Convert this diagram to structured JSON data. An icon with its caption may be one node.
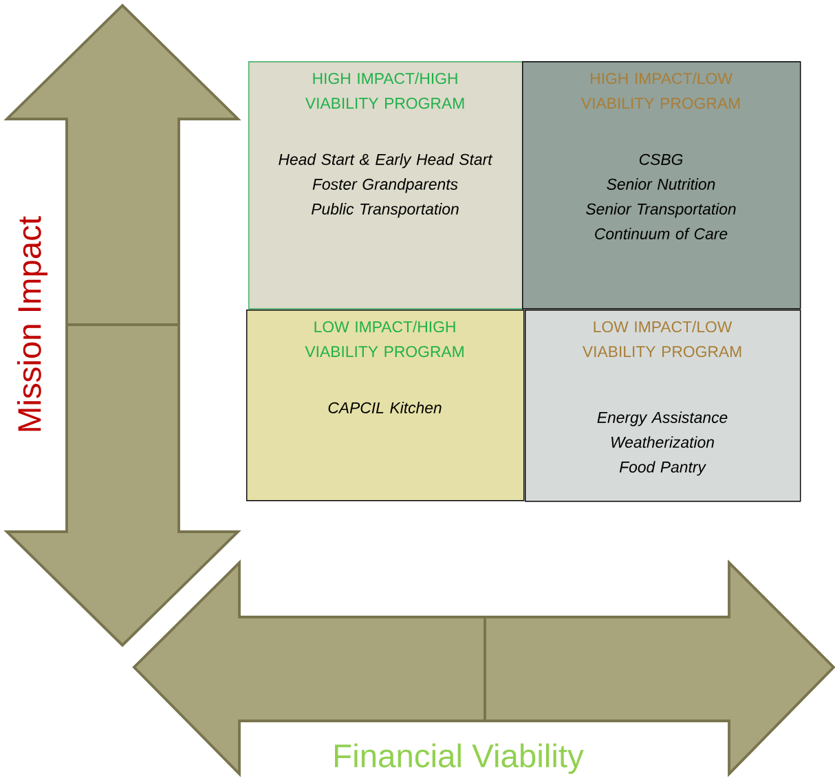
{
  "diagram": {
    "nodes": [
      {
        "text": [
          "HIGH IMPACT/HIGH VIABILITY PROGRAM",
          "Head Start & Early Head Start",
          "Foster Grandparents",
          "Public Transportation"
        ]
      },
      {
        "text": [
          "HIGH IMPACT/LOW VIABILITY PROGRAM",
          "CSBG",
          "Senior Nutrition",
          "Senior Transportation",
          "Continuum of Care"
        ]
      },
      {
        "text": [
          "LOW IMPACT/HIGH VIABILITY PROGRAM",
          "CAPCIL Kitchen"
        ]
      },
      {
        "text": [
          "LOW IMPACT/LOW VIABILITY PROGRAM",
          "Energy Assistance",
          "Weatherization",
          "Food Pantry"
        ]
      }
    ],
    "labels": [
      "Mission Impact",
      "Financial Viability"
    ]
  }
}
